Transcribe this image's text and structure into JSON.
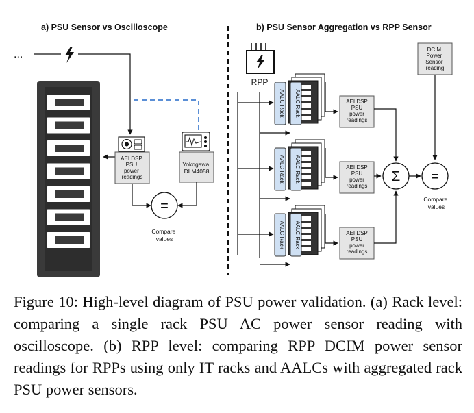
{
  "panel_a": {
    "title": "a)   PSU Sensor vs Oscilloscope",
    "ellipsis": "...",
    "psu_box": [
      "AEI DSP",
      "PSU",
      "power",
      "readings"
    ],
    "scope_box": [
      "Yokogawa",
      "DLM4058"
    ],
    "equals_symbol": "=",
    "compare_label": [
      "Compare",
      "values"
    ]
  },
  "panel_b": {
    "title": "b) PSU Sensor Aggregation vs RPP Sensor",
    "rpp_label": "RPP",
    "dcim_box": [
      "DCIM",
      "Power",
      "Sensor",
      "reading"
    ],
    "rack_labels": [
      "AALC Rack",
      "AALC Rack"
    ],
    "psu_box": [
      "AEI DSP",
      "PSU",
      "power",
      "readings"
    ],
    "sum_symbol": "Σ",
    "equals_symbol": "=",
    "compare_label": [
      "Compare",
      "values"
    ]
  },
  "caption": "Figure 10: High-level diagram of PSU power validation. (a) Rack level: comparing a single rack PSU AC power sensor reading with oscilloscope. (b) RPP level: comparing RPP DCIM power sensor readings for RPPs using only IT racks and AALCs with aggregated rack PSU power sensors."
}
